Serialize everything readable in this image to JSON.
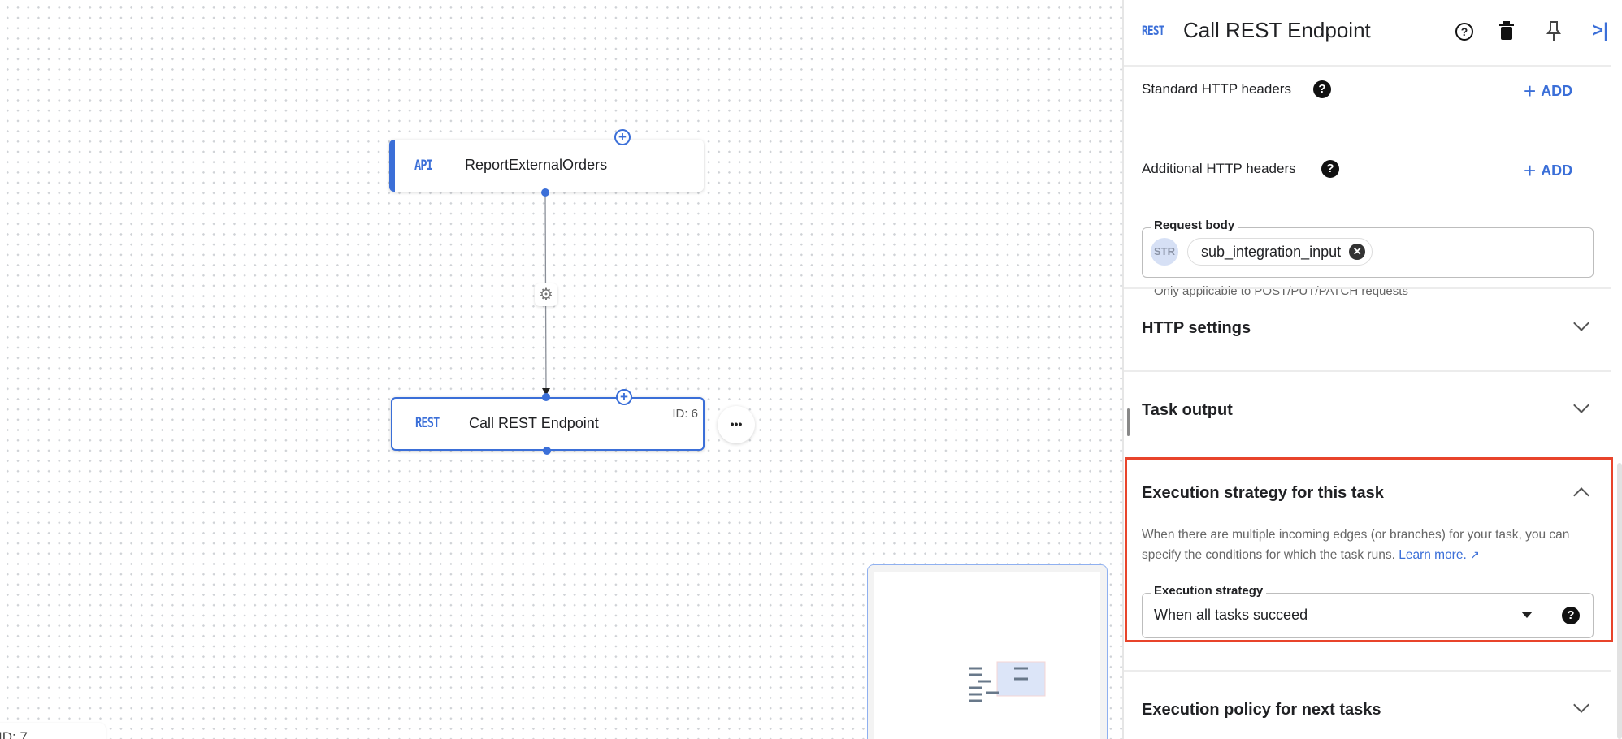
{
  "canvas": {
    "nodes": [
      {
        "tag": "API",
        "label": "ReportExternalOrders"
      },
      {
        "tag": "REST",
        "label": "Call REST Endpoint",
        "id_label": "ID: 6"
      }
    ],
    "offscreen_node_id": "ID: 7",
    "more_label": "•••"
  },
  "panel": {
    "tag": "REST",
    "title": "Call REST Endpoint",
    "standard_headers_label": "Standard HTTP headers",
    "additional_headers_label": "Additional HTTP headers",
    "add_label": "ADD",
    "request_body": {
      "label": "Request body",
      "type_badge": "STR",
      "chip": "sub_integration_input",
      "helper": "Only applicable to POST/PUT/PATCH requests"
    },
    "sections": {
      "http_settings": "HTTP settings",
      "task_output": "Task output",
      "execution_strategy": "Execution strategy for this task",
      "execution_policy": "Execution policy for next tasks"
    },
    "strategy": {
      "description": "When there are multiple incoming edges (or branches) for your task, you can specify the conditions for which the task runs.",
      "learn_more": "Learn more.",
      "field_label": "Execution strategy",
      "value": "When all tasks succeed"
    }
  },
  "colors": {
    "accent": "#3b6fd8",
    "highlight": "#e8442b"
  }
}
